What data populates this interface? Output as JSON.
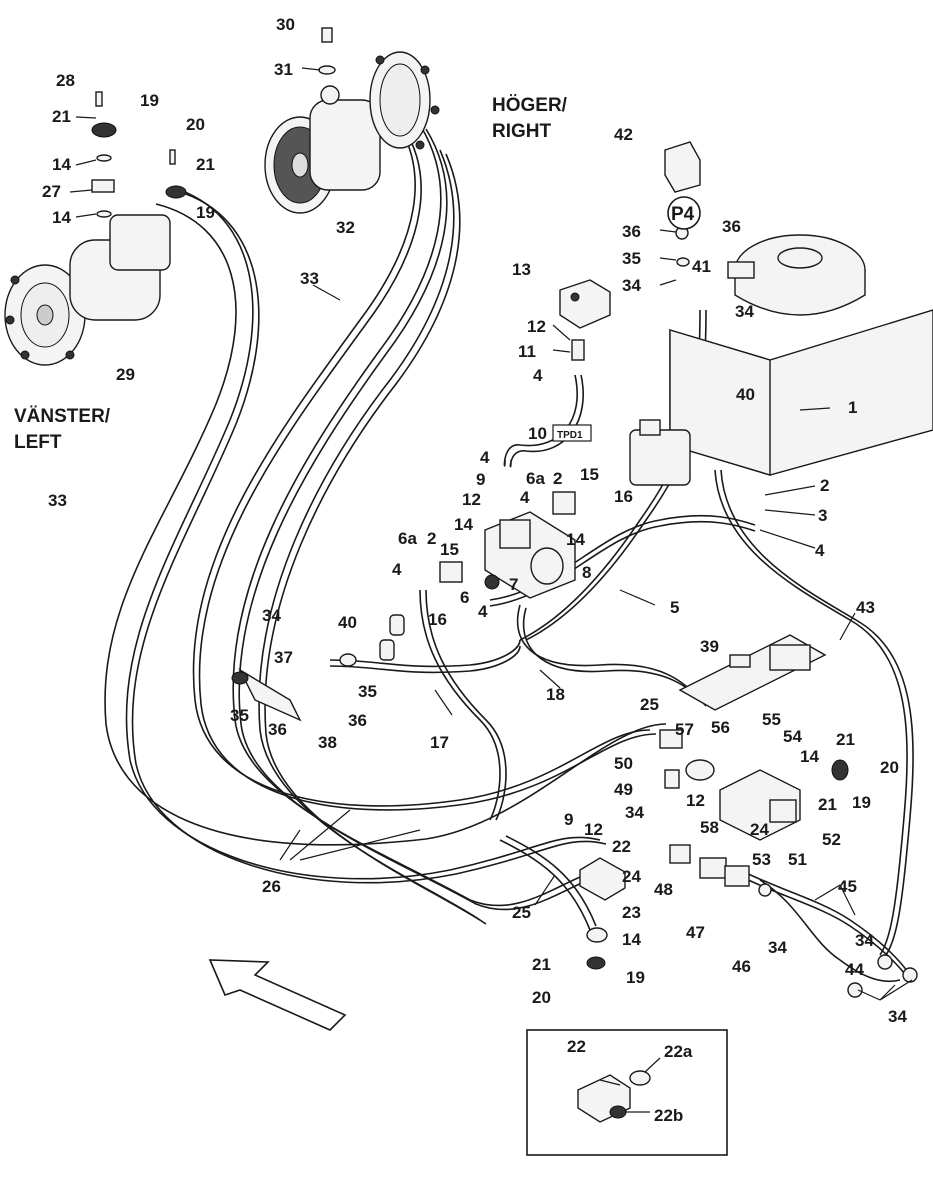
{
  "side_labels": {
    "right_line1": "HÖGER/",
    "right_line2": "RIGHT",
    "left_line1": "VÄNSTER/",
    "left_line2": "LEFT"
  },
  "tags": {
    "p4": "P4",
    "tpd1": "TPD1"
  },
  "parts": {
    "p30": "30",
    "p31": "31",
    "p32": "32",
    "p28": "28",
    "p21": "21",
    "p19": "19",
    "p20": "20",
    "p14": "14",
    "p27": "27",
    "p29": "29",
    "p33": "33",
    "p42": "42",
    "p36": "36",
    "p35": "35",
    "p34": "34",
    "p41": "41",
    "p13": "13",
    "p12": "12",
    "p11": "11",
    "p4": "4",
    "p40": "40",
    "p1": "1",
    "p10": "10",
    "p9": "9",
    "p6a": "6a",
    "p2": "2",
    "p15": "15",
    "p16": "16",
    "p3": "3",
    "p8": "8",
    "p7": "7",
    "p6": "6",
    "p5": "5",
    "p43": "43",
    "p39": "39",
    "p37": "37",
    "p38": "38",
    "p17": "17",
    "p18": "18",
    "p25": "25",
    "p57": "57",
    "p56": "56",
    "p55": "55",
    "p54": "54",
    "p50": "50",
    "p49": "49",
    "p58": "58",
    "p24": "24",
    "p52": "52",
    "p51": "51",
    "p53": "53",
    "p26": "26",
    "p22": "22",
    "p23": "23",
    "p48": "48",
    "p47": "47",
    "p46": "46",
    "p45": "45",
    "p44": "44",
    "p22a": "22a",
    "p22b": "22b"
  }
}
